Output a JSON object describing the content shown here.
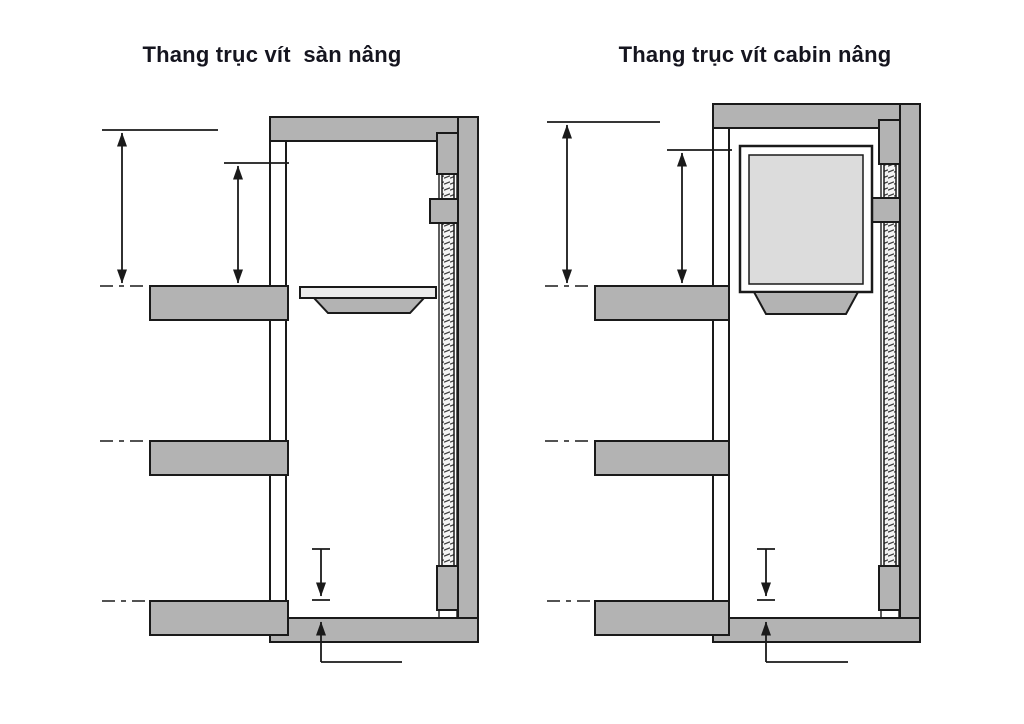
{
  "page": {
    "background": "#ffffff"
  },
  "colors": {
    "wall": "#b3b3b3",
    "cabin": "#dcdcdc",
    "line": "#1a1a1a",
    "title": "#15151f"
  },
  "diagrams": [
    {
      "id": "left",
      "title": "Thang trục vít  sàn nâng"
    },
    {
      "id": "right",
      "title": "Thang trục vít cabin nâng"
    }
  ]
}
